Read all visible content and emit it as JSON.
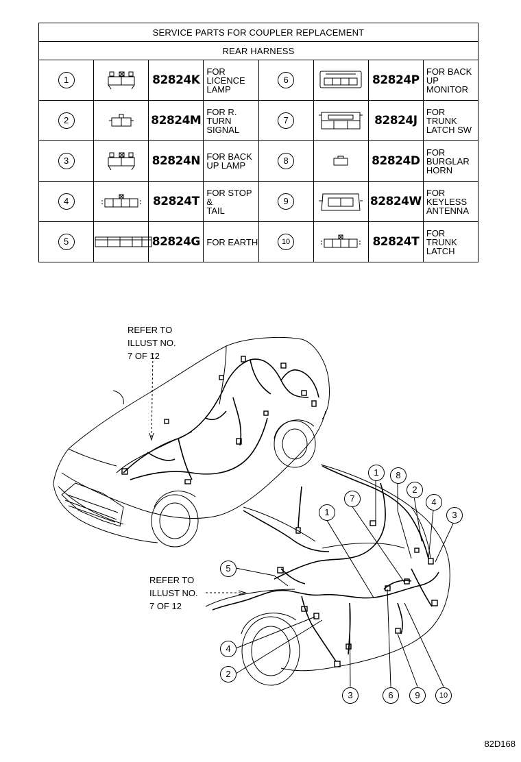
{
  "table": {
    "title": "SERVICE PARTS FOR COUPLER REPLACEMENT",
    "subtitle": "REAR HARNESS",
    "rows": [
      {
        "left": {
          "num": "1",
          "part": "82824K",
          "desc": [
            "FOR LICENCE",
            "LAMP"
          ],
          "icon": "connector-3pin-tabbed-icon"
        },
        "right": {
          "num": "6",
          "part": "82824P",
          "desc": [
            "FOR BACK",
            "UP MONITOR"
          ],
          "icon": "connector-multi-pin-icon"
        }
      },
      {
        "left": {
          "num": "2",
          "part": "82824M",
          "desc": [
            "FOR R. TURN",
            "SIGNAL"
          ],
          "icon": "connector-2pin-icon"
        },
        "right": {
          "num": "7",
          "part": "82824J",
          "desc": [
            "FOR TRUNK",
            "LATCH SW"
          ],
          "icon": "connector-multi-pin-locked-icon"
        }
      },
      {
        "left": {
          "num": "3",
          "part": "82824N",
          "desc": [
            "FOR BACK",
            "UP LAMP"
          ],
          "icon": "connector-3pin-tabbed-icon"
        },
        "right": {
          "num": "8",
          "part": "82824D",
          "desc": [
            "FOR BURGLAR",
            "HORN"
          ],
          "icon": "connector-1pin-icon"
        }
      },
      {
        "left": {
          "num": "4",
          "part": "82824T",
          "desc": [
            "FOR STOP &",
            "TAIL"
          ],
          "icon": "connector-4pin-icon"
        },
        "right": {
          "num": "9",
          "part": "82824W",
          "desc": [
            "FOR KEYLESS",
            "ANTENNA"
          ],
          "icon": "connector-antenna-icon"
        }
      },
      {
        "left": {
          "num": "5",
          "part": "82824G",
          "desc": [
            "FOR EARTH"
          ],
          "icon": "connector-earth-block-icon"
        },
        "right": {
          "num": "10",
          "part": "82824T",
          "desc": [
            "FOR TRUNK",
            "LATCH"
          ],
          "icon": "connector-4pin-icon"
        }
      }
    ]
  },
  "refer_labels": [
    {
      "lines": [
        "REFER TO",
        "ILLUST NO.",
        "7 OF 12"
      ]
    },
    {
      "lines": [
        "REFER TO",
        "ILLUST NO.",
        "7 OF 12"
      ]
    }
  ],
  "callouts": [
    "1",
    "8",
    "2",
    "4",
    "3",
    "7",
    "1",
    "5",
    "4",
    "2",
    "3",
    "6",
    "9",
    "10"
  ],
  "diagram_code": "82D168"
}
